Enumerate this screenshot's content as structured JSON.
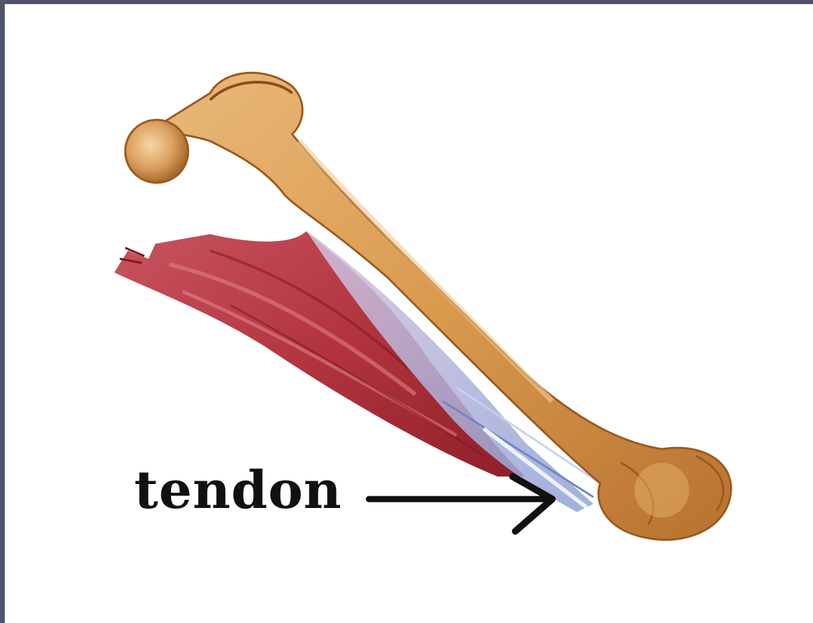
{
  "label": {
    "text": "tendon"
  },
  "colors": {
    "frame": "#50546a",
    "background": "#ffffff",
    "bone": "#d99a4e",
    "bone_shadow": "#a4622a",
    "muscle": "#b2343e",
    "tendon": "#a9b7dc",
    "arrow": "#111111"
  },
  "icons": [
    "femur-bone",
    "muscle",
    "tendon",
    "pointer-arrow"
  ]
}
